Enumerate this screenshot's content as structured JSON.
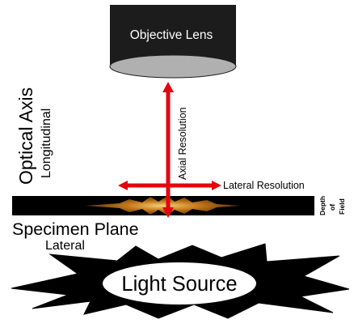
{
  "objective_label": "Objective Lens",
  "axial_label": "Axial Resolution",
  "lateral_resolution_label": "Lateral Resolution",
  "optical_axis_label": "Optical Axis",
  "longitudinal_label": "Longitudinal",
  "depth_of_field_lines": [
    "Depth",
    "of",
    "Field"
  ],
  "specimen_plane_label": "Specimen Plane",
  "lateral_label": "Lateral",
  "light_source_label": "Light Source",
  "colors": {
    "lens_body": "#1c1c1c",
    "lens_face": "#b0b0b0",
    "arrow": "#e3060e",
    "specimen_band": "#000000",
    "specimen_glow": "#c77a1c",
    "text": "#000000",
    "background": "#ffffff"
  }
}
